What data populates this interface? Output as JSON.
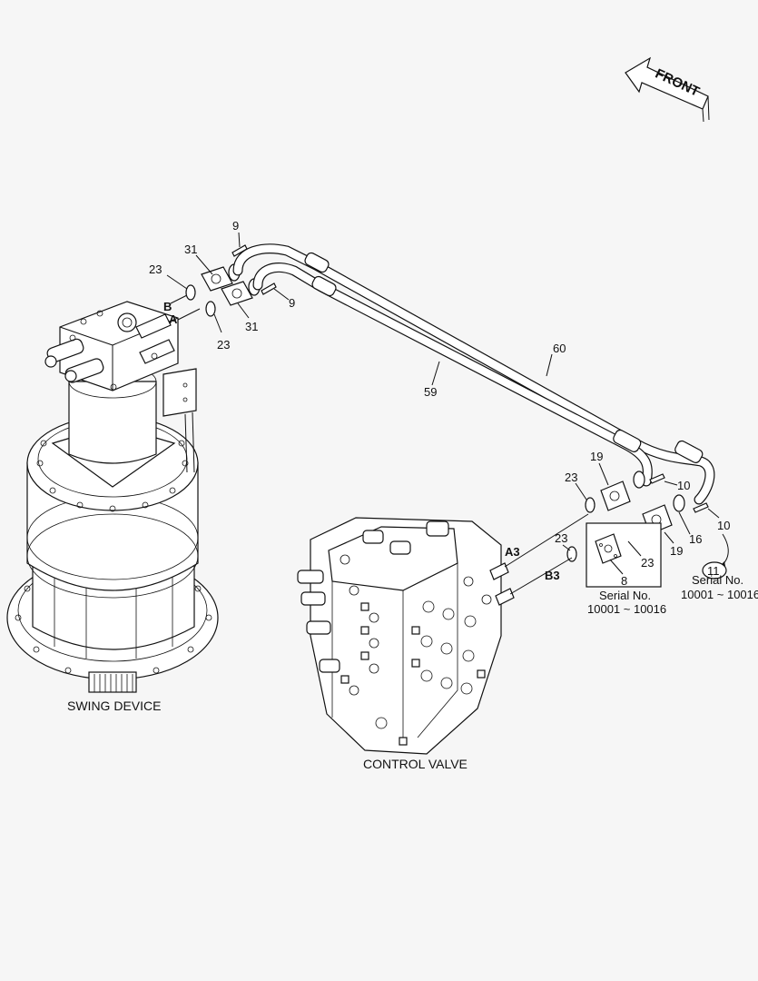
{
  "direction": {
    "label": "FRONT"
  },
  "components": {
    "swing_device": "SWING DEVICE",
    "control_valve": "CONTROL VALVE"
  },
  "ports": {
    "b": "B",
    "a": "A",
    "a3": "A3",
    "b3": "B3"
  },
  "callouts": {
    "p9_top": "9",
    "p9_mid": "9",
    "p31_top": "31",
    "p31_bottom": "31",
    "p23_left_top": "23",
    "p23_left_bottom": "23",
    "p60": "60",
    "p59": "59",
    "p19_top": "19",
    "p19_bottom": "19",
    "p23_right_top": "23",
    "p23_right_mid": "23",
    "p23_right_box": "23",
    "p10_top": "10",
    "p10_bottom": "10",
    "p16": "16",
    "p8": "8",
    "p11": "11"
  },
  "notes": {
    "serial_box_label": "Serial No.",
    "serial_box_range": "10001 ~ 10016",
    "serial_11_label": "Serial No.",
    "serial_11_range": "10001 ~ 10016"
  }
}
